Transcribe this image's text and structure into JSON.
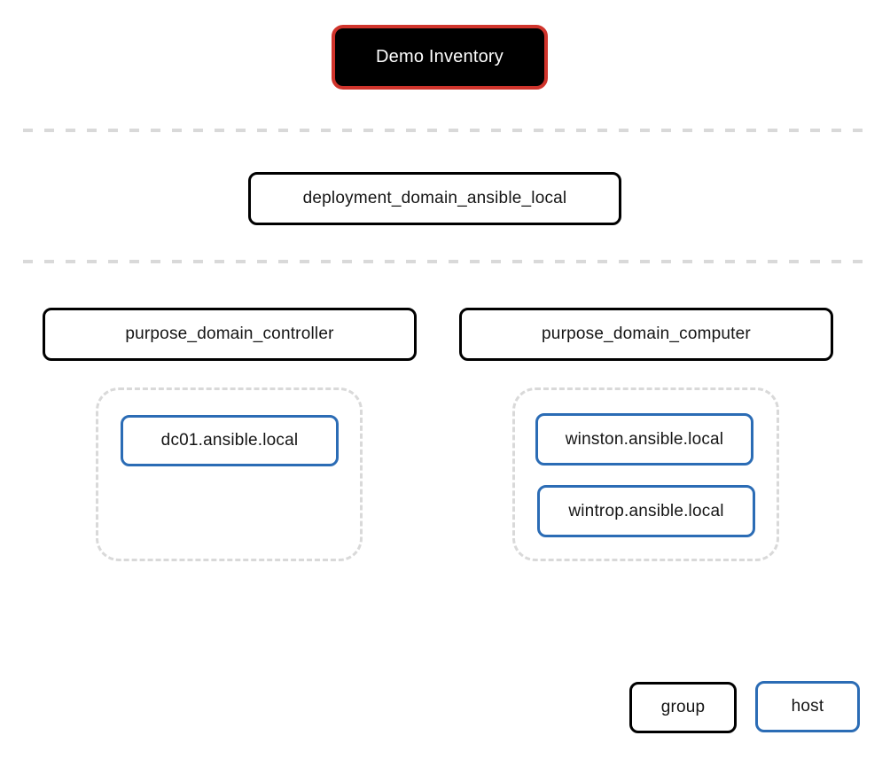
{
  "diagram": {
    "title": "Demo Inventory",
    "inventory": {
      "label": "Demo Inventory"
    },
    "groups": {
      "deployment": {
        "label": "deployment_domain_ansible_local"
      },
      "controller": {
        "label": "purpose_domain_controller",
        "hosts": [
          "dc01.ansible.local"
        ]
      },
      "computer": {
        "label": "purpose_domain_computer",
        "hosts": [
          "winston.ansible.local",
          "wintrop.ansible.local"
        ]
      }
    },
    "legend": {
      "group_label": "group",
      "host_label": "host"
    }
  },
  "colors": {
    "inventory_border": "#d0342c",
    "inventory_fill": "#000000",
    "inventory_text": "#ffffff",
    "group_border": "#000000",
    "host_border": "#2b6cb5",
    "node_text": "#151515",
    "dash_gray": "#d9d9d9"
  }
}
